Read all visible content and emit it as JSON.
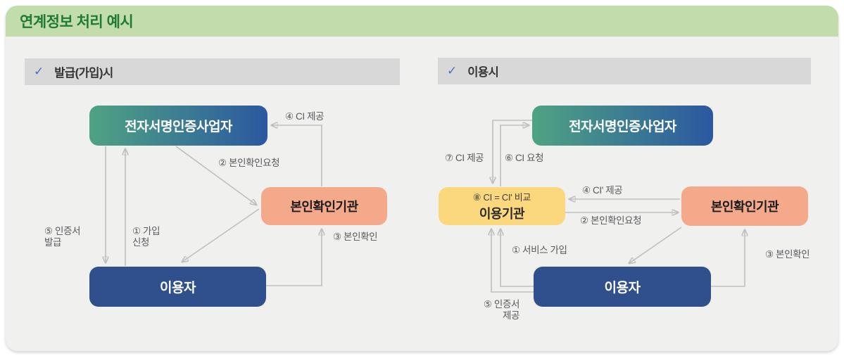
{
  "page": {
    "title": "연계정보 처리 예시"
  },
  "colors": {
    "banner_bg": "#c2dcab",
    "banner_text": "#1e7b31",
    "panel_header_bg": "#d8d8d8",
    "check_blue": "#4472c4",
    "card_bg": "#f0f0ef",
    "arrow_gray": "#bfbfbf",
    "node_gradient_left": "#4fa383",
    "node_gradient_right": "#2b58a0",
    "node_user_blue": "#30508d",
    "node_identity_salmon": "#f5a98b",
    "node_service_yellow": "#fbd77e"
  },
  "left": {
    "check": "✓",
    "header": "발급(가입)시",
    "nodes": {
      "ca": "전자서명인증사업자",
      "idp": "본인확인기관",
      "user": "이용자"
    },
    "labels": {
      "step1": "① 가입\n신청",
      "step2": "② 본인확인요청",
      "step3": "③ 본인확인",
      "step4": "④ CI 제공",
      "step5": "⑤ 인증서\n발급"
    }
  },
  "right": {
    "check": "✓",
    "header": "이용시",
    "nodes": {
      "ca": "전자서명인증사업자",
      "sp_note": "⑧ CI = CI' 비교",
      "sp": "이용기관",
      "idp": "본인확인기관",
      "user": "이용자"
    },
    "labels": {
      "step1": "① 서비스 가입",
      "step2": "② 본인확인요청",
      "step3": "③ 본인확인",
      "step4": "④ CI' 제공",
      "step5": "⑤ 인증서\n제공",
      "step6": "⑥ CI 요청",
      "step7": "⑦ CI 제공"
    }
  }
}
